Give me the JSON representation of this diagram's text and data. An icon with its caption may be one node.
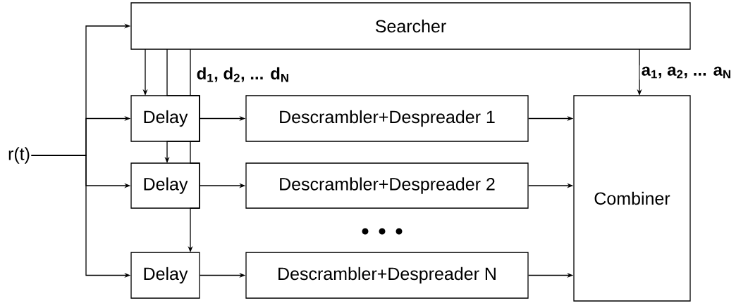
{
  "diagram": {
    "nodes": [
      {
        "text": [
          "Searcher"
        ]
      },
      {
        "text": [
          "Delay"
        ]
      },
      {
        "text": [
          "Delay"
        ]
      },
      {
        "text": [
          "Delay"
        ]
      },
      {
        "text": [
          "Descrambler+Despreader 1"
        ]
      },
      {
        "text": [
          "Descrambler+Despreader 2"
        ]
      },
      {
        "text": [
          "Descrambler+Despreader N"
        ]
      },
      {
        "text": [
          "Combiner"
        ]
      },
      {
        "text": [
          "r(t)"
        ]
      }
    ],
    "edges": [
      {
        "from": 8,
        "to": 0,
        "arrow": "to"
      },
      {
        "from": 8,
        "to": 1,
        "arrow": "to"
      },
      {
        "from": 8,
        "to": 2,
        "arrow": "to"
      },
      {
        "from": 8,
        "to": 3,
        "arrow": "to"
      },
      {
        "from": 0,
        "to": 1,
        "arrow": "to"
      },
      {
        "from": 0,
        "to": 2,
        "arrow": "to"
      },
      {
        "from": 0,
        "to": 3,
        "arrow": "to"
      },
      {
        "from": 1,
        "to": 4,
        "arrow": "to"
      },
      {
        "from": 2,
        "to": 5,
        "arrow": "to"
      },
      {
        "from": 3,
        "to": 6,
        "arrow": "to"
      },
      {
        "from": 4,
        "to": 7,
        "arrow": "to"
      },
      {
        "from": 5,
        "to": 7,
        "arrow": "to"
      },
      {
        "from": 6,
        "to": 7,
        "arrow": "to"
      },
      {
        "from": 0,
        "to": 7,
        "arrow": "to",
        "label": "a$_{1}$, a$_{2}$, ... a$_{N}$"
      }
    ],
    "labels": [
      "d$_{1}$, d$_{2}$, ... d$_{N}$"
    ]
  }
}
